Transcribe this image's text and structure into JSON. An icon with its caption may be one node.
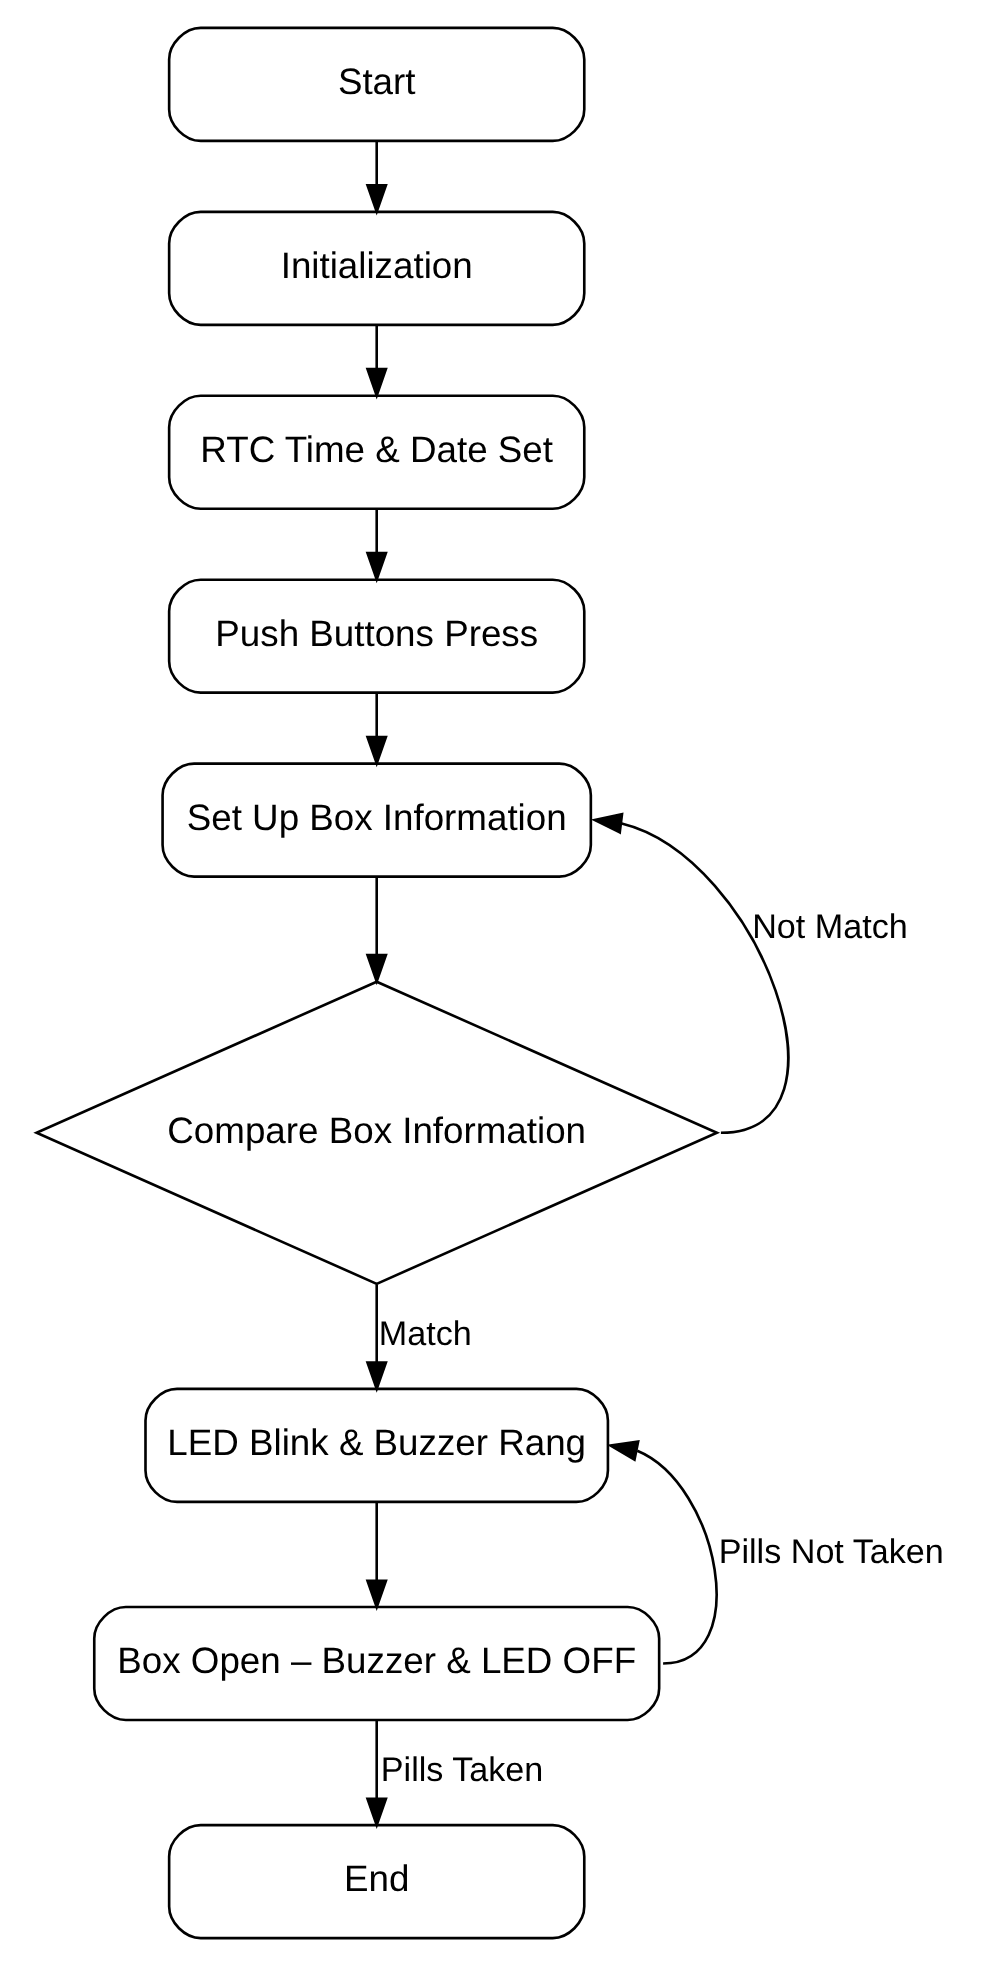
{
  "diagram": {
    "nodes": [
      {
        "text": [
          "Start"
        ]
      },
      {
        "text": [
          "Initialization"
        ]
      },
      {
        "text": [
          "RTC Time & Date Set"
        ]
      },
      {
        "text": [
          "Push Buttons Press"
        ]
      },
      {
        "text": [
          "Set Up Box Information"
        ]
      },
      {
        "text": [
          "Compare Box Information"
        ]
      },
      {
        "text": [
          "LED Blink & Buzzer Rang"
        ]
      },
      {
        "text": [
          "Box Open – Buzzer & LED OFF"
        ]
      },
      {
        "text": [
          "End"
        ]
      }
    ],
    "edges": [
      {
        "from": 0,
        "to": 1,
        "arrow": "to"
      },
      {
        "from": 1,
        "to": 2,
        "arrow": "to"
      },
      {
        "from": 2,
        "to": 3,
        "arrow": "to"
      },
      {
        "from": 3,
        "to": 4,
        "arrow": "to"
      },
      {
        "from": 4,
        "to": 5,
        "arrow": "to"
      },
      {
        "from": 5,
        "to": 6,
        "arrow": "to",
        "label": "Match"
      },
      {
        "from": 5,
        "to": 4,
        "arrow": "to",
        "label": "Not Match"
      },
      {
        "from": 6,
        "to": 7,
        "arrow": "to"
      },
      {
        "from": 7,
        "to": 8,
        "arrow": "to",
        "label": "Pills Taken"
      },
      {
        "from": 7,
        "to": 6,
        "arrow": "to",
        "label": "Pills Not Taken"
      }
    ]
  }
}
